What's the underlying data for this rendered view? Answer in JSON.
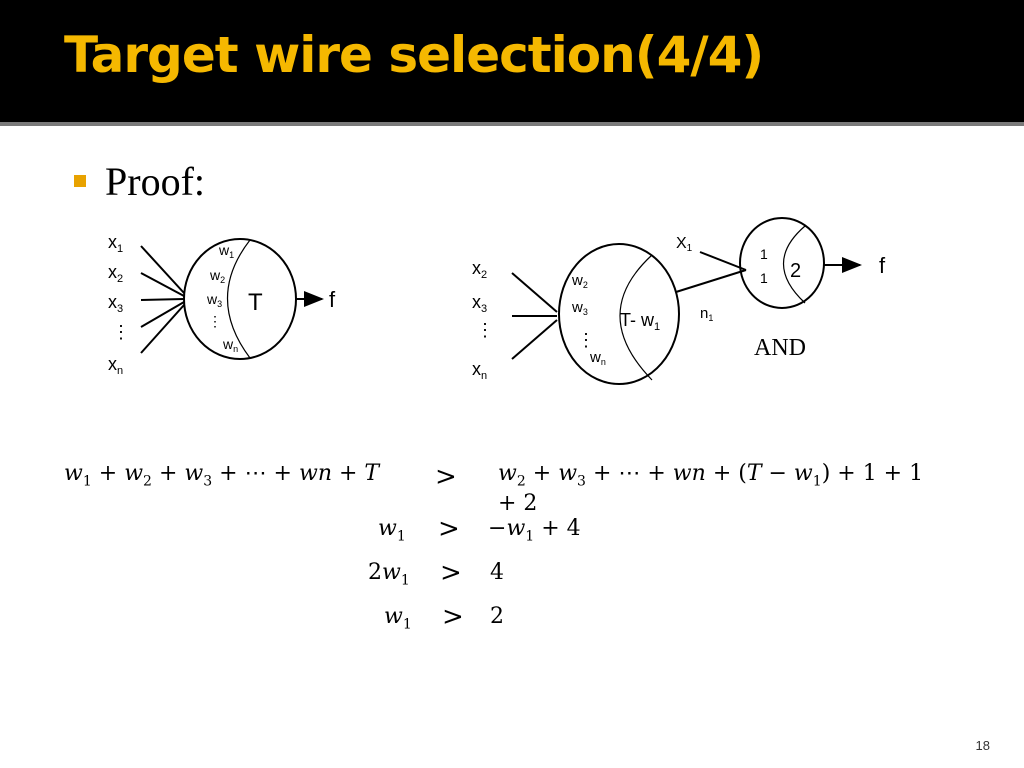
{
  "slide": {
    "title": "Target wire selection(4/4)",
    "bullet": "Proof:",
    "page_number": "18"
  },
  "left_gate": {
    "inputs": [
      "x1",
      "x2",
      "x3",
      "⋮",
      "xn"
    ],
    "weights": [
      "w1",
      "w2",
      "w3",
      "⋮",
      "wn"
    ],
    "threshold": "T",
    "output": "f"
  },
  "right_gate": {
    "inputs": [
      "x2",
      "x3",
      "⋮",
      "xn"
    ],
    "weights": [
      "w2",
      "w3",
      "⋮",
      "wn"
    ],
    "threshold": "T- w1",
    "node_label": "n1",
    "x1_label": "X1",
    "and_weights": [
      "1",
      "1"
    ],
    "and_threshold": "2",
    "output": "f",
    "and_label": "AND"
  },
  "equations": [
    {
      "lhs": "w1 + w2 + w3 + ⋯ + wn + T",
      "rel": ">",
      "rhs": "w2 + w3 + ⋯ + wn + (T − w1) + 1 + 1 + 2"
    },
    {
      "lhs": "w1",
      "rel": ">",
      "rhs": "−w1 + 4"
    },
    {
      "lhs": "2w1",
      "rel": ">",
      "rhs": "4"
    },
    {
      "lhs": "w1",
      "rel": ">",
      "rhs": "2"
    }
  ],
  "colors": {
    "title": "#f5b800",
    "bullet": "#e8a200",
    "title_bar": "#000000"
  }
}
